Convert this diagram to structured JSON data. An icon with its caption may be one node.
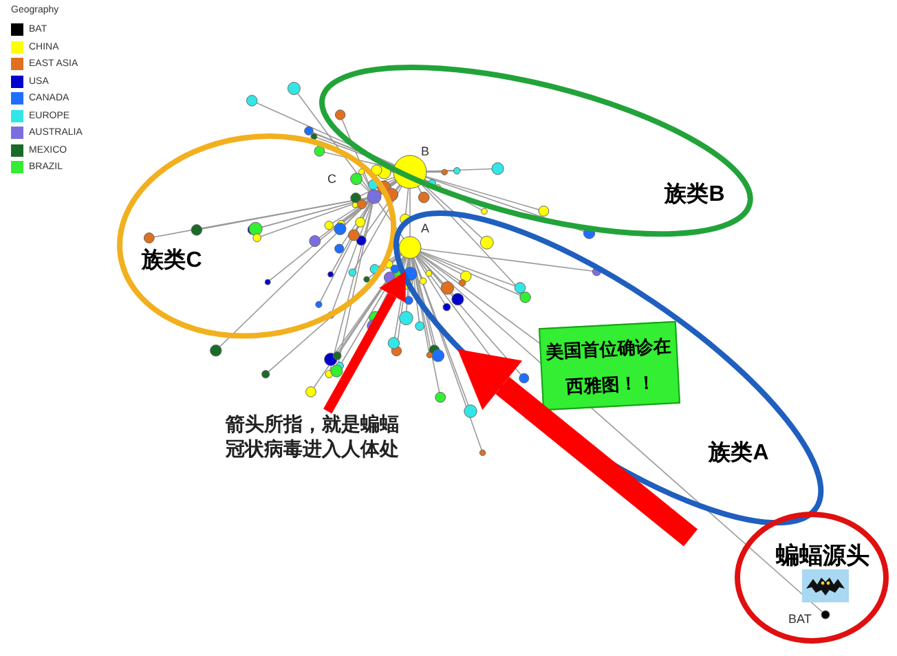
{
  "diagram": {
    "nodes": [
      {
        "text": [
          "族类B"
        ]
      },
      {
        "text": [
          "族类C"
        ]
      },
      {
        "text": [
          "族类A"
        ]
      },
      {
        "text": [
          "美国首位确诊在西雅图！！"
        ],
        "in": 2
      },
      {
        "text": [
          "箭头所指，就是蝙蝠冠状病毒进入人体处"
        ]
      },
      {
        "text": [
          "蝙蝠源头"
        ]
      }
    ],
    "edges": [
      {
        "from": 4,
        "to": 1,
        "arrow": "to",
        "color": "#ff0000"
      },
      {
        "from": null,
        "to": 2,
        "arrow": "to",
        "style": "thick",
        "color": "#ff0000"
      }
    ],
    "labels": [
      "Geography",
      "B",
      "C",
      "A",
      "BAT"
    ],
    "legend": [
      {
        "text": "BAT",
        "color": "#000000"
      },
      {
        "text": "CHINA",
        "color": "#ffff00"
      },
      {
        "text": "EAST ASIA",
        "color": "#e07020"
      },
      {
        "text": "USA",
        "color": "#0000cc"
      },
      {
        "text": "CANADA",
        "color": "#1e6fff"
      },
      {
        "text": "EUROPE",
        "color": "#33e6e6"
      },
      {
        "text": "AUSTRALIA",
        "color": "#7b6fe0"
      },
      {
        "text": "MEXICO",
        "color": "#1a6b2a"
      },
      {
        "text": "BRAZIL",
        "color": "#33ee33"
      }
    ]
  }
}
